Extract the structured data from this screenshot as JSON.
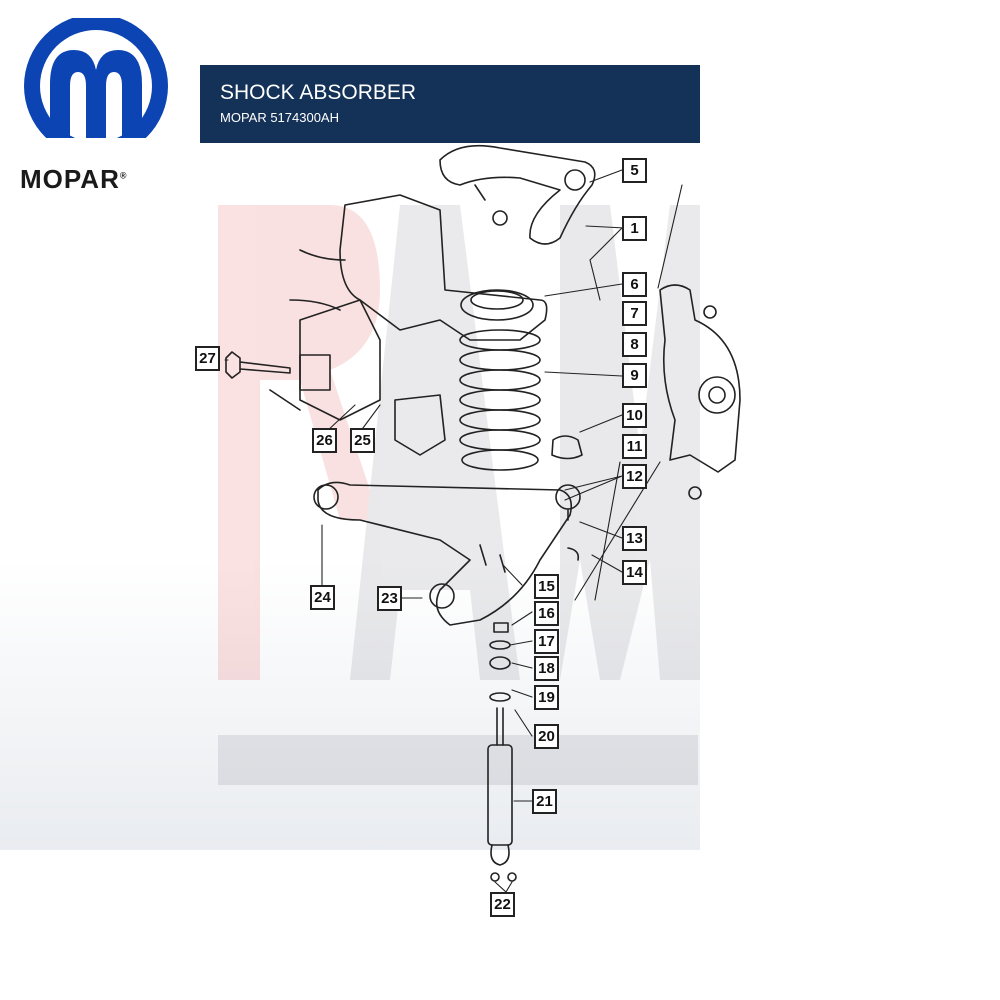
{
  "brand": {
    "logo_text": "MOPAR",
    "logo_icon": "mopar-m-icon",
    "color": "#0c44b3"
  },
  "header": {
    "title": "SHOCK ABSORBER",
    "subtitle": "MOPAR 5174300AH",
    "background": "#143157"
  },
  "watermark": {
    "text": "RAM"
  },
  "callouts": [
    "1",
    "5",
    "6",
    "7",
    "8",
    "9",
    "10",
    "11",
    "12",
    "13",
    "14",
    "15",
    "16",
    "17",
    "18",
    "19",
    "20",
    "21",
    "22",
    "23",
    "24",
    "25",
    "26",
    "27"
  ]
}
